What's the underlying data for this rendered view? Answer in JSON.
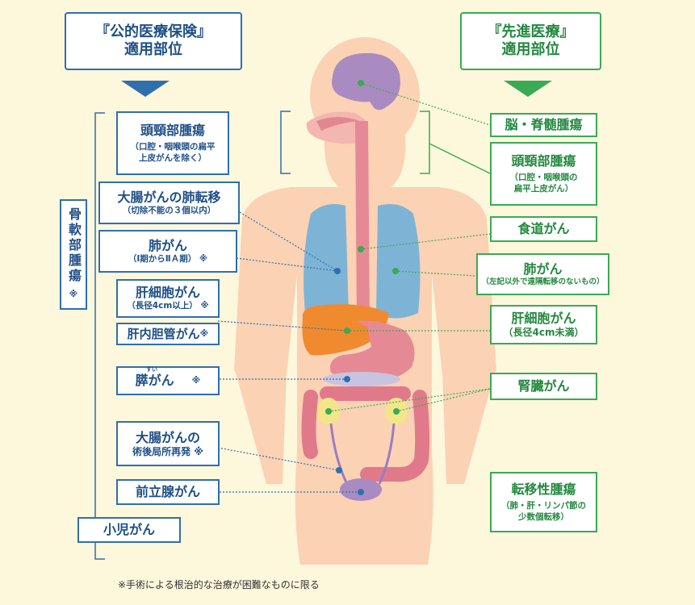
{
  "headers": {
    "public": {
      "line1": "『公的医療保険』",
      "line2": "適用部位"
    },
    "advanced": {
      "line1": "『先進医療』",
      "line2": "適用部位"
    }
  },
  "left_items": [
    {
      "id": "head-neck",
      "title": "頭頸部腫瘍",
      "sub": "（口腔・咽喉頭の扁平\n上皮がんを除く）"
    },
    {
      "id": "colorectal-lung-meta",
      "title": "大腸がんの肺転移",
      "sub": "（切除不能の３個以内）"
    },
    {
      "id": "lung",
      "title": "肺がん",
      "sub": "（Ⅰ期からⅡＡ期）",
      "note": "※"
    },
    {
      "id": "hcc",
      "title": "肝細胞がん",
      "sub": "（長径4cm以上）",
      "note": "※"
    },
    {
      "id": "bile-duct",
      "title": "肝内胆管がん",
      "note": "※"
    },
    {
      "id": "pancreas",
      "title": "膵がん",
      "ruby": "すい",
      "note": "※"
    },
    {
      "id": "colorectal-recur",
      "title": "大腸がんの",
      "sub": "術後局所再発",
      "note": "※"
    },
    {
      "id": "prostate",
      "title": "前立腺がん"
    },
    {
      "id": "pediatric",
      "title": "小児がん"
    }
  ],
  "bone_soft": {
    "label": "骨軟部腫瘍",
    "note": "※"
  },
  "right_items": [
    {
      "id": "brain",
      "title": "脳・脊髄腫瘍"
    },
    {
      "id": "head-neck-adv",
      "title": "頭頸部腫瘍",
      "sub": "（口腔・咽喉頭の\n扁平上皮がん）"
    },
    {
      "id": "esophagus",
      "title": "食道がん"
    },
    {
      "id": "lung-adv",
      "title": "肺がん",
      "sub": "（左記以外で遠隔転移のないもの）"
    },
    {
      "id": "hcc-adv",
      "title": "肝細胞がん",
      "sub": "（長径4cm未満）"
    },
    {
      "id": "kidney",
      "title": "腎臓がん"
    },
    {
      "id": "metastatic",
      "title": "転移性腫瘍",
      "sub": "（肺・肝・リンパ節の\n少数個転移）"
    }
  ],
  "footnote": "※手術による根治的な治療が困難なものに限る",
  "colors": {
    "public": "#2f6fae",
    "advanced": "#3aaa55",
    "background": "#fdf7dc",
    "body": "#fbd2b4"
  }
}
